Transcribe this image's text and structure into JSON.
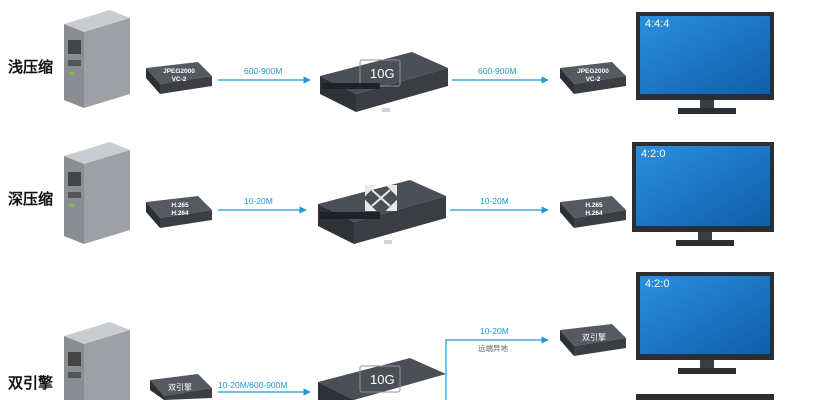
{
  "rows": [
    {
      "label": "浅压缩",
      "encoder": {
        "line1": "JPEG2000",
        "line2": "VC-2"
      },
      "link_in": "600-900M",
      "switch_label": "10G",
      "link_out": "600-900M",
      "decoder": {
        "line1": "JPEG2000",
        "line2": "VC-2"
      },
      "monitor": "4:4:4"
    },
    {
      "label": "深压缩",
      "encoder": {
        "line1": "H.265",
        "line2": "H.264"
      },
      "link_in": "10-20M",
      "switch_icon": "arrows-router-icon",
      "link_out": "10-20M",
      "decoder": {
        "line1": "H.265",
        "line2": "H.264"
      },
      "monitor": "4:2:0"
    },
    {
      "label": "双引擎",
      "encoder": {
        "line1": "双引擎"
      },
      "link_in": "10-20M/600-900M",
      "switch_label": "10G",
      "link_out": "10-20M",
      "link_out_sub": "远端异地",
      "decoder": {
        "line1": "双引擎"
      },
      "monitor": "4:2:0"
    }
  ],
  "colors": {
    "link": "#1a9ad6",
    "screen": "#1678c8",
    "device": "#3a3d42"
  }
}
